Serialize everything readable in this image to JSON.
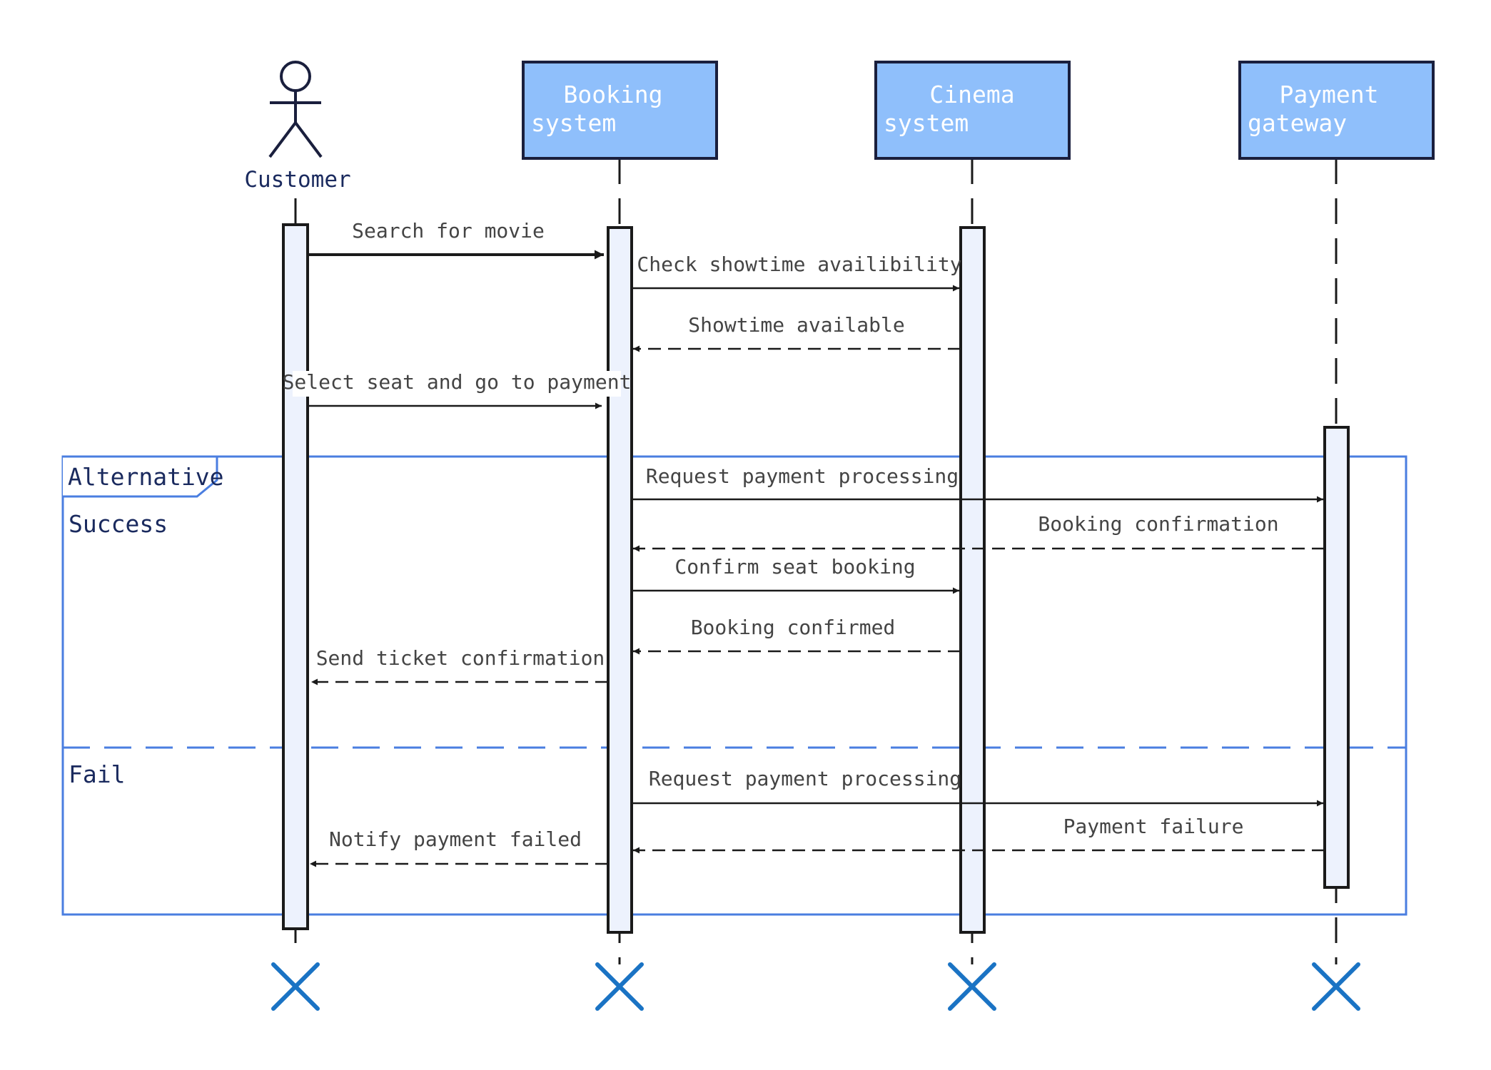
{
  "participants": {
    "customer": {
      "label": "Customer"
    },
    "booking": {
      "line1": "Booking",
      "line2": "system"
    },
    "cinema": {
      "line1": "Cinema",
      "line2": "system"
    },
    "payment": {
      "line1": "Payment",
      "line2": "gateway"
    }
  },
  "messages": {
    "m1": "Search for movie",
    "m2": "Check showtime availibility",
    "m3": "Showtime available",
    "m4": "Select seat and go to payment",
    "m5": "Request payment processing",
    "m6": "Booking confirmation",
    "m7": "Confirm seat booking",
    "m8": "Booking confirmed",
    "m9": "Send ticket confirmation",
    "m10": "Request payment processing",
    "m11": "Payment failure",
    "m12": "Notify payment failed"
  },
  "fragment": {
    "label": "Alternative",
    "guard_success": "Success",
    "guard_fail": "Fail"
  },
  "colors": {
    "participant_fill": "#8fbffb",
    "activation_fill": "#edf2fd",
    "fragment_border": "#4a7ee0",
    "destroy_mark": "#1a73c4",
    "line": "#1a1a1a"
  }
}
